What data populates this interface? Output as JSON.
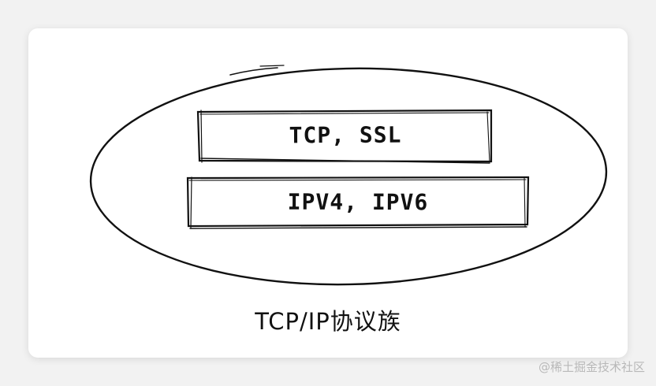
{
  "diagram": {
    "layers": [
      {
        "label": "TCP, SSL"
      },
      {
        "label": "IPV4, IPV6"
      }
    ],
    "caption": "TCP/IP协议族"
  },
  "watermark": "@稀土掘金技术社区",
  "colors": {
    "stroke": "#111111",
    "card_background": "#ffffff",
    "page_background": "#f2f2f2",
    "watermark": "#b8b8b8"
  }
}
